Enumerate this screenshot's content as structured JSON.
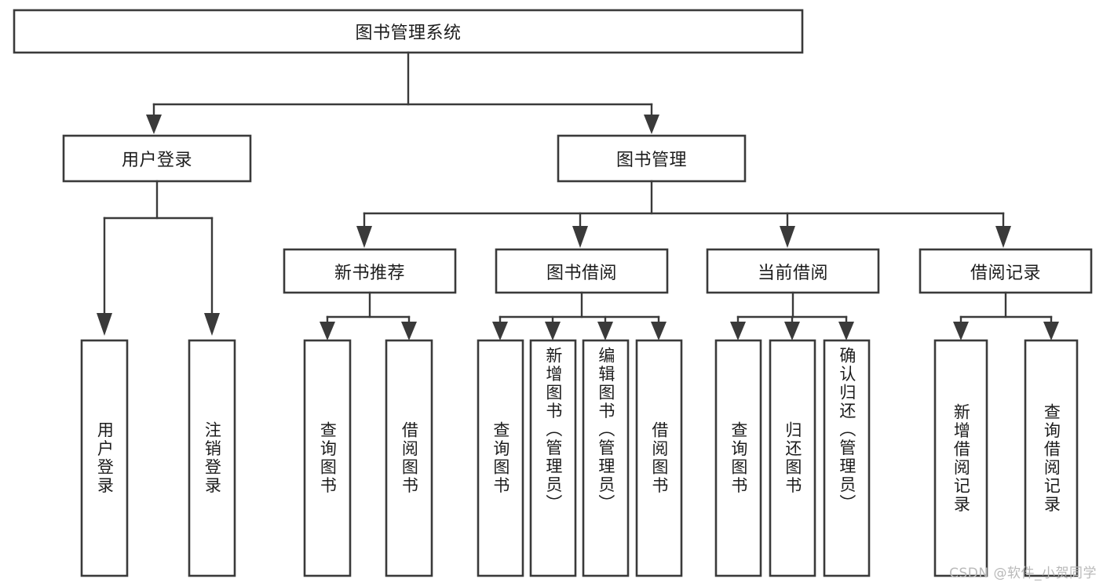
{
  "diagram": {
    "type": "tree-hierarchy-chart",
    "title": "图书管理系统",
    "watermark": "CSDN @软件_小贺同学",
    "colors": {
      "background": "#ffffff",
      "stroke": "#3a3a3a",
      "text": "#1c1c1c",
      "watermark": "#b9b9b9"
    },
    "root": {
      "id": "root",
      "label": "图书管理系统",
      "orientation": "horizontal"
    },
    "level2": [
      {
        "id": "user-login",
        "label": "用户登录",
        "orientation": "horizontal"
      },
      {
        "id": "book-manage",
        "label": "图书管理",
        "orientation": "horizontal"
      }
    ],
    "level3": [
      {
        "id": "new-book-recommend",
        "label": "新书推荐",
        "orientation": "horizontal",
        "parent": "book-manage"
      },
      {
        "id": "book-borrow",
        "label": "图书借阅",
        "orientation": "horizontal",
        "parent": "book-manage"
      },
      {
        "id": "current-borrow",
        "label": "当前借阅",
        "orientation": "horizontal",
        "parent": "book-manage"
      },
      {
        "id": "borrow-record",
        "label": "借阅记录",
        "orientation": "horizontal",
        "parent": "book-manage"
      }
    ],
    "leaves": {
      "user-login": [
        {
          "id": "leaf-user-login",
          "label": "用户登录",
          "orientation": "vertical"
        },
        {
          "id": "leaf-logout-login",
          "label": "注销登录",
          "orientation": "vertical"
        }
      ],
      "new-book-recommend": [
        {
          "id": "leaf-query-book-1",
          "label": "查询图书",
          "orientation": "vertical"
        },
        {
          "id": "leaf-borrow-book-1",
          "label": "借阅图书",
          "orientation": "vertical"
        }
      ],
      "book-borrow": [
        {
          "id": "leaf-query-book-2",
          "label": "查询图书",
          "orientation": "vertical"
        },
        {
          "id": "leaf-add-book-admin",
          "label": "新增图书（管理员）",
          "orientation": "vertical"
        },
        {
          "id": "leaf-edit-book-admin",
          "label": "编辑图书（管理员）",
          "orientation": "vertical"
        },
        {
          "id": "leaf-borrow-book-2",
          "label": "借阅图书",
          "orientation": "vertical"
        }
      ],
      "current-borrow": [
        {
          "id": "leaf-query-book-3",
          "label": "查询图书",
          "orientation": "vertical"
        },
        {
          "id": "leaf-return-book",
          "label": "归还图书",
          "orientation": "vertical"
        },
        {
          "id": "leaf-confirm-return-admin",
          "label": "确认归还（管理员）",
          "orientation": "vertical"
        }
      ],
      "borrow-record": [
        {
          "id": "leaf-add-borrow-record",
          "label": "新增借阅记录",
          "orientation": "vertical"
        },
        {
          "id": "leaf-query-borrow-record",
          "label": "查询借阅记录",
          "orientation": "vertical"
        }
      ]
    }
  }
}
